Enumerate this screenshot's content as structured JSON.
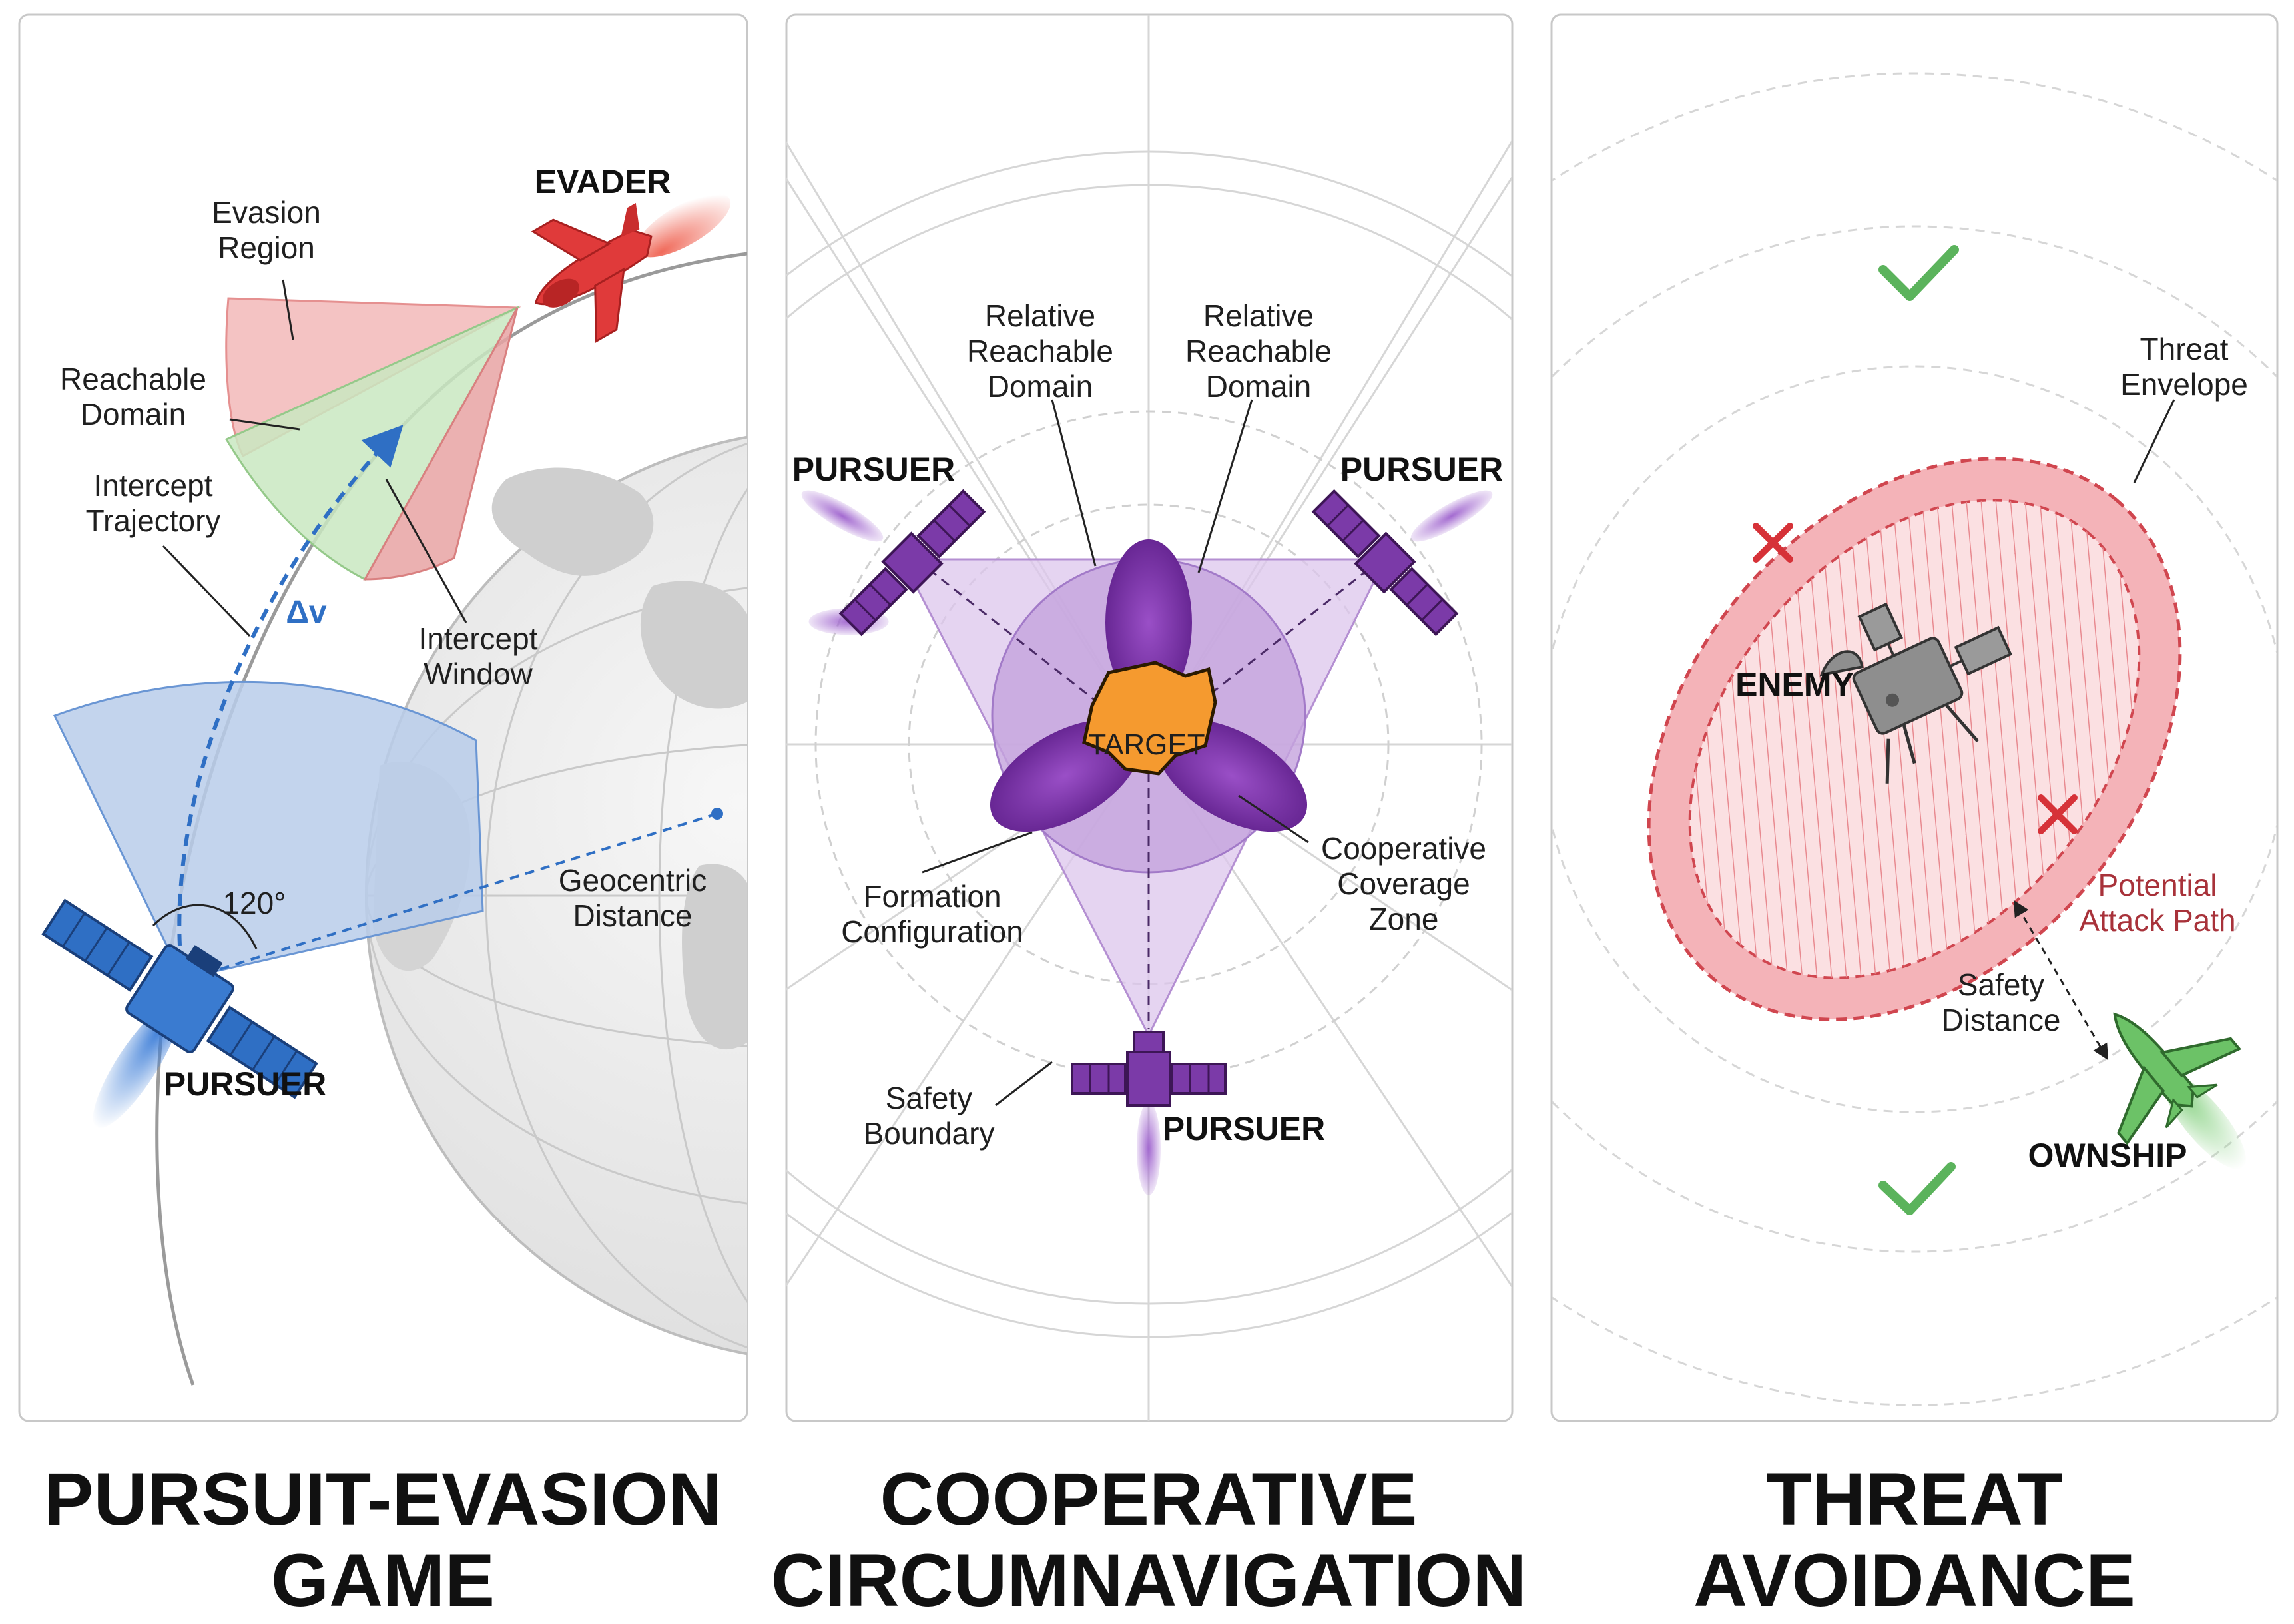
{
  "colors": {
    "pursuit_blue": "#2f6fc4",
    "evader_red": "#e03a3a",
    "reach_green": "#9fd39a",
    "coop_purple": "#7b3aa8",
    "target_orange": "#f59a2f",
    "threat_red": "#e35a63",
    "ownship_green": "#6cc267",
    "check_green": "#5bb35c"
  },
  "panels": [
    {
      "caption": [
        "PURSUIT-EVASION",
        "GAME"
      ],
      "labels": {
        "evader": "EVADER",
        "pursuer": "PURSUER",
        "evasion_region": [
          "Evasion",
          "Region"
        ],
        "reachable_domain": [
          "Reachable",
          "Domain"
        ],
        "intercept_trajectory": [
          "Intercept",
          "Trajectory"
        ],
        "delta_v": "Δv",
        "intercept_window": [
          "Intercept",
          "Window"
        ],
        "angle": "120°",
        "geocentric_distance": [
          "Geocentric",
          "Distance"
        ]
      },
      "icons": [
        "evader-spacecraft-icon",
        "pursuer-satellite-icon",
        "earth-globe-icon"
      ]
    },
    {
      "caption": [
        "COOPERATIVE",
        "CIRCUMNAVIGATION"
      ],
      "labels": {
        "relative_reachable_left": [
          "Relative",
          "Reachable",
          "Domain"
        ],
        "relative_reachable_right": [
          "Relative",
          "Reachable",
          "Domain"
        ],
        "pursuer_left": "PURSUER",
        "pursuer_right": "PURSUER",
        "pursuer_bottom": "PURSUER",
        "target": "TARGET",
        "formation_configuration": [
          "Formation",
          "Configuration"
        ],
        "cooperative_coverage_zone": [
          "Cooperative",
          "Coverage",
          "Zone"
        ],
        "safety_boundary": [
          "Safety",
          "Boundary"
        ]
      },
      "icons": [
        "pursuer-satellite-icon",
        "target-asteroid-icon"
      ]
    },
    {
      "caption": [
        "THREAT",
        "AVOIDANCE"
      ],
      "labels": {
        "threat_envelope": [
          "Threat",
          "Envelope"
        ],
        "enemy": "ENEMY",
        "potential_attack_path": [
          "Potential",
          "Attack Path"
        ],
        "safety_distance": [
          "Safety",
          "Distance"
        ],
        "ownship": "OWNSHIP"
      },
      "icons": [
        "enemy-satellite-icon",
        "ownship-aircraft-icon",
        "check-icon",
        "cross-icon"
      ]
    }
  ]
}
